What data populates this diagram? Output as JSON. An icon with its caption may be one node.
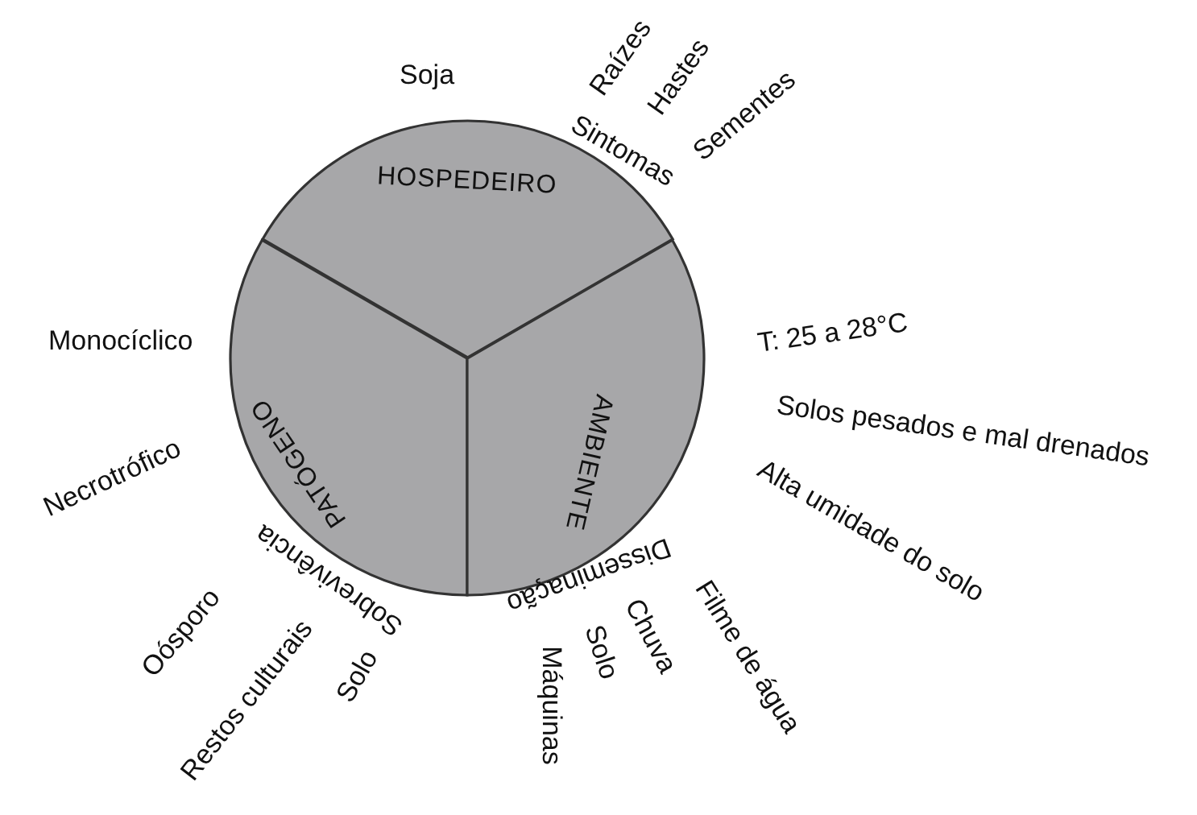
{
  "diagram": {
    "nodes": [
      {
        "text": [
          "HOSPEDEIRO"
        ]
      },
      {
        "text": [
          "PATÓGENO"
        ]
      },
      {
        "text": [
          "AMBIENTE"
        ]
      }
    ],
    "labels": [
      "Soja",
      "Raízes",
      "Hastes",
      "Sementes",
      "Sintomas",
      "Monocíclico",
      "T: 25 a 28°C",
      "Solos pesados e mal drenados",
      "Necrotrófico",
      "Alta umidade do solo",
      "Sobrevivência",
      "Disseminação",
      "Oósporo",
      "Restos culturais",
      "Solo",
      "Máquinas",
      "Solo",
      "Chuva",
      "Filme de água"
    ]
  }
}
